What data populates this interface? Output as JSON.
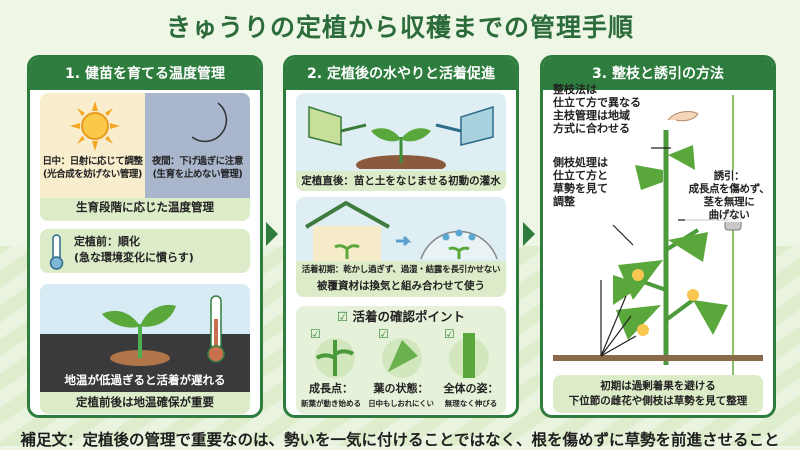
{
  "title": "きゅうりの定植から収穫までの管理手順",
  "colors": {
    "brand_green": "#2e7d3e",
    "caption_bg": "#dcebc8",
    "day_bg": "#f8edcd",
    "night_bg": "#a9b6cc"
  },
  "panel1": {
    "header": "1. 健苗を育てる温度管理",
    "day": {
      "line1": "日中：日射に応じて調整",
      "line2": "(光合成を妨げない管理)",
      "icon": "sun-icon"
    },
    "night": {
      "line1": "夜間：下げ過ぎに注意",
      "line2": "(生育を止めない管理)",
      "icon": "moon-icon"
    },
    "temp_caption": "生育段階に応じた温度管理",
    "acclimation": {
      "line1": "定植前：順化",
      "line2": "(急な環境変化に慣らす)",
      "icon": "thermometer-icon"
    },
    "soil_overlay": "地温が低過ぎると活着が遅れる",
    "soil_caption": "定植前後は地温確保が重要"
  },
  "panel2": {
    "header": "2. 定植後の水やりと活着促進",
    "watering_caption": "定植直後：苗と土をなじませる初動の灌水",
    "cover_caption1": "活着初期：乾かし過ぎず、過湿・結露を長引かせない",
    "cover_caption2": "被覆資材は換気と組み合わせて使う",
    "check_title": "活着の確認ポイント",
    "checks": [
      {
        "title": "成長点：",
        "desc": "新葉が動き始める"
      },
      {
        "title": "葉の状態：",
        "desc": "日中もしおれにくい"
      },
      {
        "title": "全体の姿：",
        "desc": "無理なく伸びる"
      }
    ]
  },
  "panel3": {
    "header": "3. 整枝と誘引の方法",
    "pruning": [
      "整枝法は",
      "仕立て方で異なる",
      "主枝管理は地域",
      "方式に合わせる"
    ],
    "side_branch": [
      "側枝処理は",
      "仕立て方と",
      "草勢を見て",
      "調整"
    ],
    "training": [
      "誘引：",
      "成長点を傷めず、",
      "茎を無理に",
      "曲げない"
    ],
    "bottom_caption1": "初期は過剰着果を避ける",
    "bottom_caption2": "下位節の雌花や側枝は草勢を見て整理"
  },
  "footer": "補足文：定植後の管理で重要なのは、勢いを一気に付けることではなく、根を傷めずに草勢を前進させること"
}
